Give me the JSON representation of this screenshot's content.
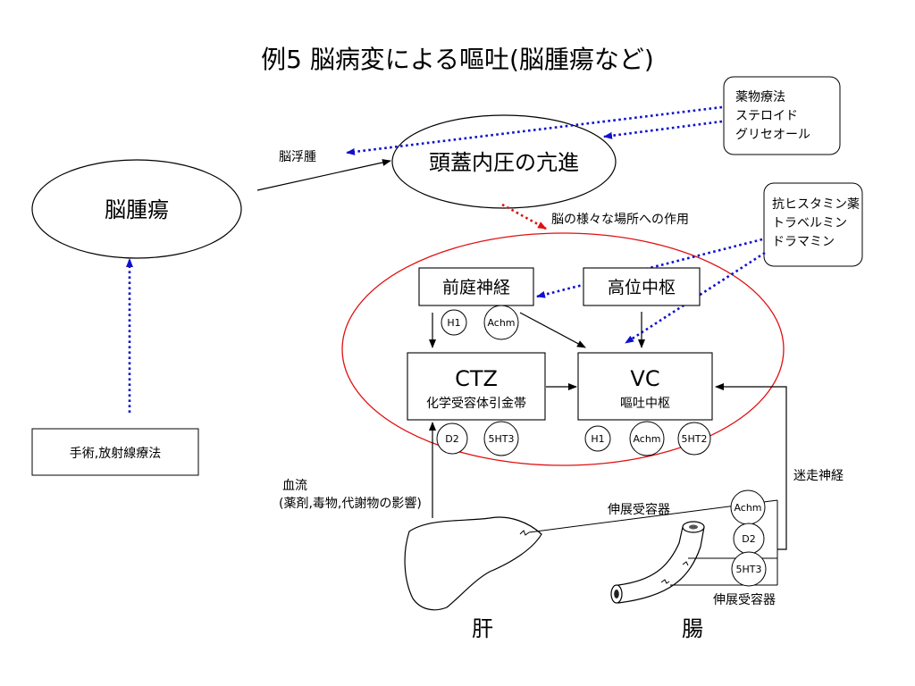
{
  "title": "例5 脳病変による嘔吐(脳腫瘍など)",
  "nodes": {
    "brain_tumor": "脳腫瘍",
    "icp": "頭蓋内圧の亢進",
    "brain_edema": "脳浮腫",
    "surgery": "手術,放射線療法",
    "drug_therapy": [
      "薬物療法",
      "ステロイド",
      "グリセオール"
    ],
    "antihistamine": [
      "抗ヒスタミン薬",
      "トラベルミン",
      "ドラマミン"
    ],
    "action_label": "脳の様々な場所への作用",
    "vestibular": "前庭神経",
    "higher_center": "高位中枢",
    "ctz_title": "CTZ",
    "ctz_sub": "化学受容体引金帯",
    "vc_title": "VC",
    "vc_sub": "嘔吐中枢",
    "blood_flow": [
      "血流",
      "(薬剤,毒物,代謝物の影響)"
    ],
    "vagus": "迷走神経",
    "stretch1": "伸展受容器",
    "stretch2": "伸展受容器",
    "liver": "肝",
    "intestine": "腸"
  },
  "receptors": {
    "h1": "H1",
    "achm": "Achm",
    "d2": "D2",
    "ht3": "5HT3",
    "ht2": "5HT2"
  }
}
